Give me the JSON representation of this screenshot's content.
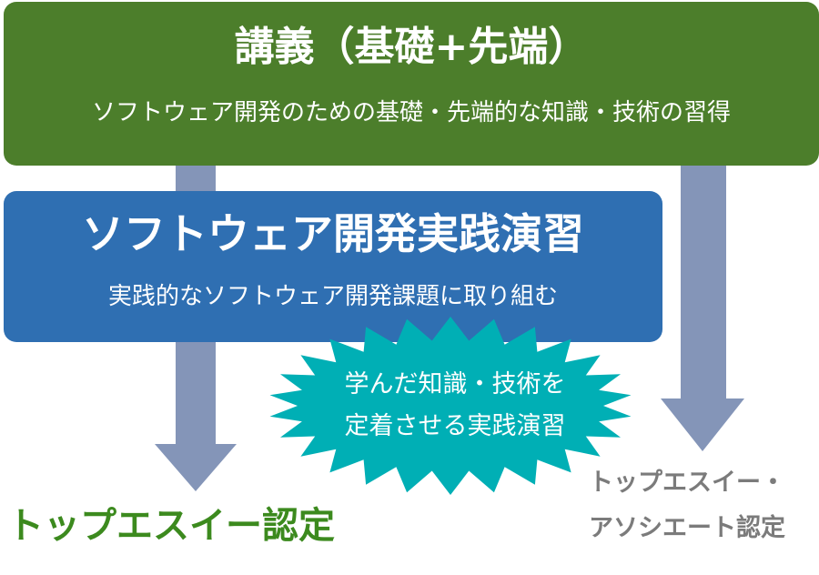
{
  "lecture": {
    "title": "講義（基礎+先端）",
    "subtitle": "ソフトウェア開発のための基礎・先端的な知識・技術の習得"
  },
  "practice": {
    "title": "ソフトウェア開発実践演習",
    "subtitle": "実践的なソフトウェア開発課題に取り組む"
  },
  "callout": {
    "line1": "学んだ知識・技術を",
    "line2": "定着させる実践演習"
  },
  "outcomes": {
    "top_se": "トップエスイー認定",
    "associate_line1": "トップエスイー・",
    "associate_line2": "アソシエート認定"
  },
  "colors": {
    "lecture_box": "#4c7e2b",
    "practice_box": "#2f6fb2",
    "callout_burst": "#00afb5",
    "arrow": "#8495b8",
    "top_cert_text": "#3c8a1e",
    "associate_text": "#7b7b7b"
  }
}
